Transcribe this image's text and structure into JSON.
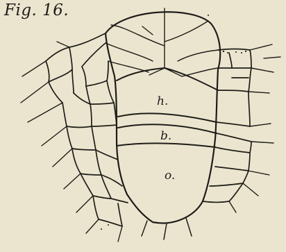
{
  "figure": {
    "title": "Fig. 16.",
    "labels": {
      "h": "h.",
      "b": "b.",
      "o": "o."
    }
  },
  "colors": {
    "background": "#ebe5cf",
    "ink": "#1e1c18"
  }
}
